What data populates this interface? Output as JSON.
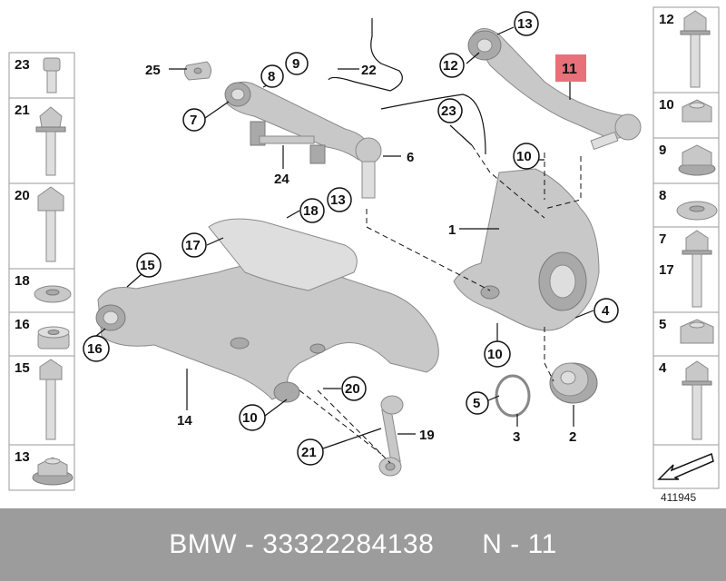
{
  "footer": {
    "brand": "BMW",
    "part_number": "33322284138",
    "position": "N - 11"
  },
  "diagram_id": "411945",
  "highlighted_label": "11",
  "left_column_labels": [
    "23",
    "21",
    "20",
    "18",
    "16",
    "15",
    "13"
  ],
  "right_column_labels": [
    "12",
    "10",
    "9",
    "8",
    "7",
    "17",
    "5",
    "4"
  ],
  "callouts": {
    "c25": "25",
    "c8": "8",
    "c9": "9",
    "c22": "22",
    "c13a": "13",
    "c12": "12",
    "c11": "11",
    "c7": "7",
    "c23": "23",
    "c10a": "10",
    "c6": "6",
    "c24": "24",
    "c18": "18",
    "c13b": "13",
    "c17": "17",
    "c1": "1",
    "c15": "15",
    "c16": "16",
    "c4": "4",
    "c10b": "10",
    "c14": "14",
    "c5": "5",
    "c3": "3",
    "c2": "2",
    "c20": "20",
    "c10c": "10",
    "c19": "19",
    "c21": "21"
  }
}
